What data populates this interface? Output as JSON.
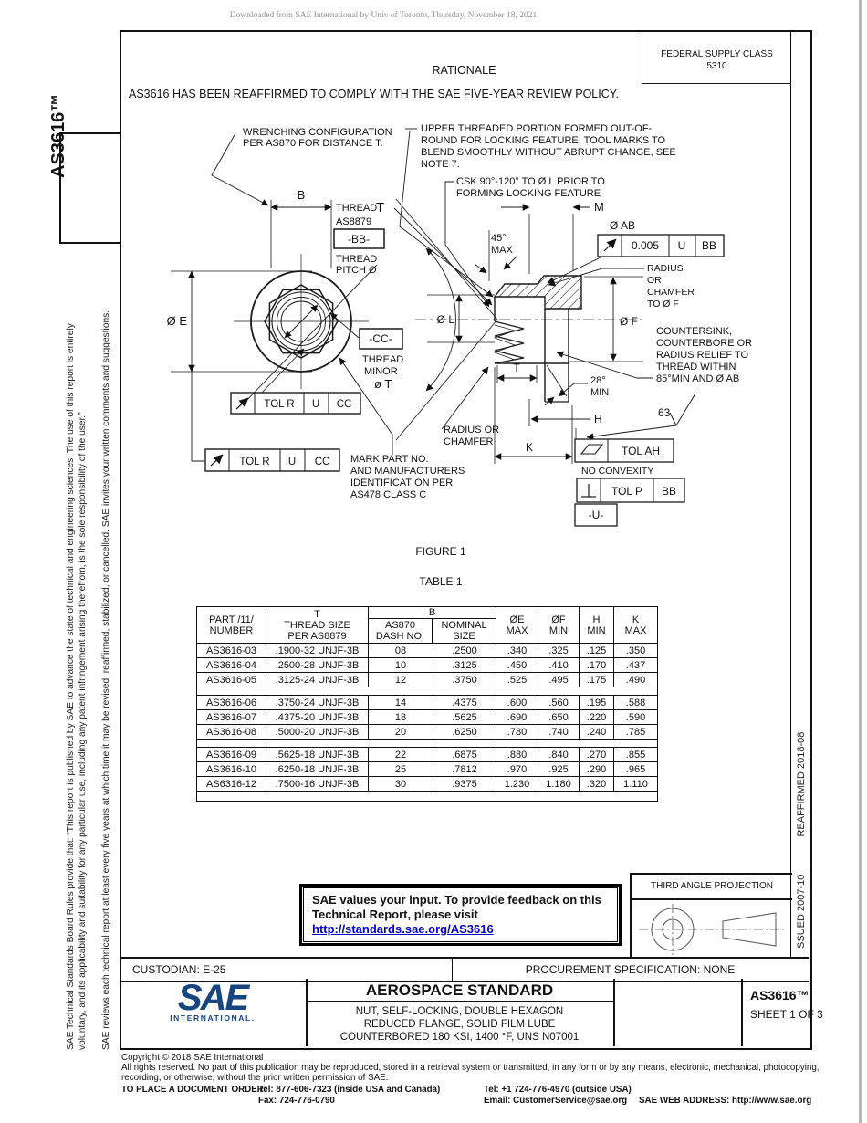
{
  "watermark": "Downloaded from SAE International by Univ of Toronto, Thursday, November 18, 2021",
  "doc_tab": "AS3616™",
  "header": {
    "rationale_title": "RATIONALE",
    "rationale_body": "AS3616 HAS BEEN REAFFIRMED TO COMPLY WITH THE SAE FIVE-YEAR REVIEW POLICY.",
    "fsc_line1": "FEDERAL SUPPLY CLASS",
    "fsc_line2": "5310"
  },
  "left_margin": {
    "para1_line1": "SAE Technical Standards Board Rules provide that: “This report is published by SAE to advance the state of technical and engineering sciences. The use of this report is entirely",
    "para1_line2": "voluntary, and its applicability and suitability for any particular use, including any patent infringement arising therefrom, is the sole responsibility of the user.”",
    "para2": "SAE reviews each technical report at least every five years at which time it may be revised, reaffirmed, stabilized, or cancelled. SAE invites your written comments and suggestions."
  },
  "right_margin": {
    "issued": "ISSUED 2007-10",
    "reaffirmed": "REAFFIRMED 2018-08"
  },
  "figure": {
    "caption": "FIGURE 1",
    "labels": {
      "wrenching": [
        "WRENCHING CONFIGURATION",
        "PER AS870 FOR DISTANCE T."
      ],
      "upper": [
        "UPPER THREADED PORTION FORMED OUT-OF-",
        "ROUND FOR LOCKING FEATURE, TOOL MARKS TO",
        "BLEND SMOOTHLY WITHOUT ABRUPT CHANGE, SEE",
        "NOTE 7."
      ],
      "csk": [
        "CSK 90°-120° TO Ø L PRIOR TO",
        "FORMING LOCKING FEATURE"
      ],
      "b": "B",
      "m": "M",
      "deg45": [
        "45°",
        "MAX"
      ],
      "oab": "Ø AB",
      "fcf_ab": {
        "tol": "0.005",
        "u": "U",
        "datum": "BB"
      },
      "thread_word": "THREAD",
      "thread_t": "T",
      "thread_spec": "AS8879",
      "bb": "-BB-",
      "pitch": [
        "THREAD",
        "PITCH Ø"
      ],
      "oe": "Ø E",
      "ol": "Ø L",
      "of": "Ø F",
      "cc": "-CC-",
      "minor": [
        "THREAD",
        "MINOR",
        "ø T"
      ],
      "radius_f": [
        "RADIUS",
        "OR",
        "CHAMFER",
        "TO Ø F"
      ],
      "countersink": [
        "COUNTERSINK,",
        "COUNTERBORE OR",
        "RADIUS RELIEF TO",
        "THREAD WITHIN",
        "85°MIN AND Ø AB"
      ],
      "fcf_r": {
        "tol": "TOL R",
        "u": "U",
        "datum": "CC"
      },
      "radius_chamfer": [
        "RADIUS OR",
        "CHAMFER"
      ],
      "mark": [
        "MARK PART NO.",
        "AND MANUFACTURERS",
        "IDENTIFICATION PER",
        "AS478 CLASS C"
      ],
      "t": "T",
      "deg28": [
        "28°",
        "MIN"
      ],
      "h": "H",
      "k": "K",
      "finish": "63",
      "tol_ah": "TOL AH",
      "no_convexity": "NO CONVEXITY",
      "tol_p": "TOL P",
      "tol_p_datum": "BB",
      "datum_u": "-U-"
    }
  },
  "table": {
    "caption": "TABLE 1",
    "headers": {
      "part": [
        "PART /11/",
        "NUMBER"
      ],
      "t": [
        "T",
        "THREAD SIZE",
        "PER AS8879"
      ],
      "b": "B",
      "as870": [
        "AS870",
        "DASH NO."
      ],
      "nominal": [
        "NOMINAL",
        "SIZE"
      ],
      "oe": [
        "ØE",
        "MAX"
      ],
      "of": [
        "ØF",
        "MIN"
      ],
      "h": [
        "H",
        "MIN"
      ],
      "k": [
        "K",
        "MAX"
      ]
    },
    "groups": [
      [
        [
          "AS3616-03",
          ".1900-32 UNJF-3B",
          "08",
          ".2500",
          ".340",
          ".325",
          ".125",
          ".350"
        ],
        [
          "AS3616-04",
          ".2500-28 UNJF-3B",
          "10",
          ".3125",
          ".450",
          ".410",
          ".170",
          ".437"
        ],
        [
          "AS3616-05",
          ".3125-24 UNJF-3B",
          "12",
          ".3750",
          ".525",
          ".495",
          ".175",
          ".490"
        ]
      ],
      [
        [
          "AS3616-06",
          ".3750-24 UNJF-3B",
          "14",
          ".4375",
          ".600",
          ".560",
          ".195",
          ".588"
        ],
        [
          "AS3616-07",
          ".4375-20 UNJF-3B",
          "18",
          ".5625",
          ".690",
          ".650",
          ".220",
          ".590"
        ],
        [
          "AS3616-08",
          ".5000-20 UNJF-3B",
          "20",
          ".6250",
          ".780",
          ".740",
          ".240",
          ".785"
        ]
      ],
      [
        [
          "AS3616-09",
          ".5625-18 UNJF-3B",
          "22",
          ".6875",
          ".880",
          ".840",
          ".270",
          ".855"
        ],
        [
          "AS3616-10",
          ".6250-18 UNJF-3B",
          "25",
          ".7812",
          ".970",
          ".925",
          ".290",
          ".965"
        ],
        [
          "AS6316-12",
          ".7500-16 UNJF-3B",
          "30",
          ".9375",
          "1.230",
          "1.180",
          ".320",
          "1.110"
        ]
      ]
    ]
  },
  "feedback": {
    "line1": "SAE values your input. To provide feedback on this",
    "line2": "Technical Report, please visit",
    "link": "http://standards.sae.org/AS3616"
  },
  "projection": {
    "title": "THIRD ANGLE PROJECTION"
  },
  "admin": {
    "custodian": "CUSTODIAN: E-25",
    "procurement": "PROCUREMENT SPECIFICATION: NONE"
  },
  "title_block": {
    "logo_main": "SAE",
    "logo_sub": "INTERNATIONAL.",
    "heading": "AEROSPACE STANDARD",
    "subtitle1": "NUT, SELF-LOCKING, DOUBLE HEXAGON",
    "subtitle2": "REDUCED FLANGE, SOLID FILM LUBE",
    "subtitle3": "COUNTERBORED 180 KSI, 1400 °F, UNS N07001",
    "doc_number": "AS3616™",
    "sheet": "SHEET 1 OF 3"
  },
  "legal": {
    "copyright": "Copyright © 2018 SAE International",
    "rights1": "All rights reserved. No part of this publication may be reproduced, stored in a retrieval system or transmitted, in any form or by any means, electronic, mechanical, photocopying,",
    "rights2": "recording, or otherwise, without the prior written permission of SAE.",
    "order_label": "TO PLACE A DOCUMENT ORDER:",
    "tel1": "Tel: 877-606-7323 (inside USA and Canada)",
    "tel2": "Tel: +1 724-776-4970 (outside USA)",
    "fax": "Fax: 724-776-0790",
    "email": "Email: CustomerService@sae.org",
    "web": "SAE WEB ADDRESS: http://www.sae.org"
  }
}
